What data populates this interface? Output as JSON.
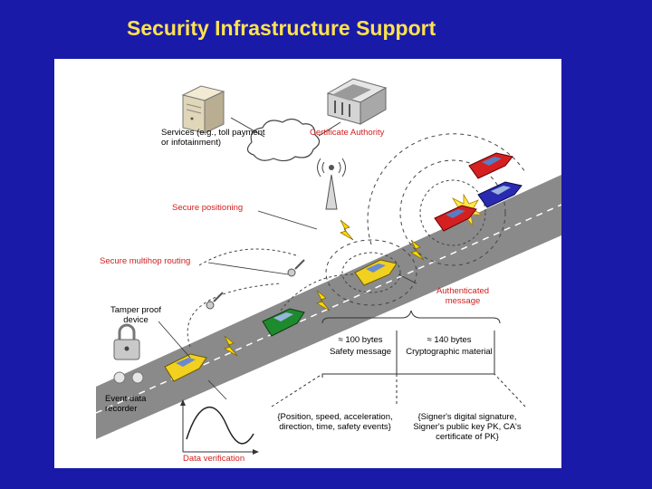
{
  "slide": {
    "title": "Security Infrastructure Support"
  },
  "diagram": {
    "services_label": "Services (e.g., toll payment or infotainment)",
    "ca_label": "Certificate Authority",
    "secure_positioning_label": "Secure positioning",
    "secure_routing_label": "Secure multihop routing",
    "tamper_label": "Tamper proof device",
    "event_recorder_label": "Event data recorder",
    "authenticated_message_label": "Authenticated message",
    "safety_size": "≈ 100 bytes",
    "safety_caption": "Safety message",
    "crypto_size": "≈ 140 bytes",
    "crypto_caption": "Cryptographic material",
    "safety_fields": "{Position, speed, acceleration, direction, time, safety events}",
    "crypto_fields": "{Signer's digital signature, Signer's public key PK, CA's certificate of PK}",
    "data_verification_label": "Data verification",
    "colors": {
      "background": "#1a1aa8",
      "title": "#ffe34d",
      "road": "#8c8c8c",
      "red_text": "#d02020",
      "lightning": "#ffd800"
    }
  }
}
